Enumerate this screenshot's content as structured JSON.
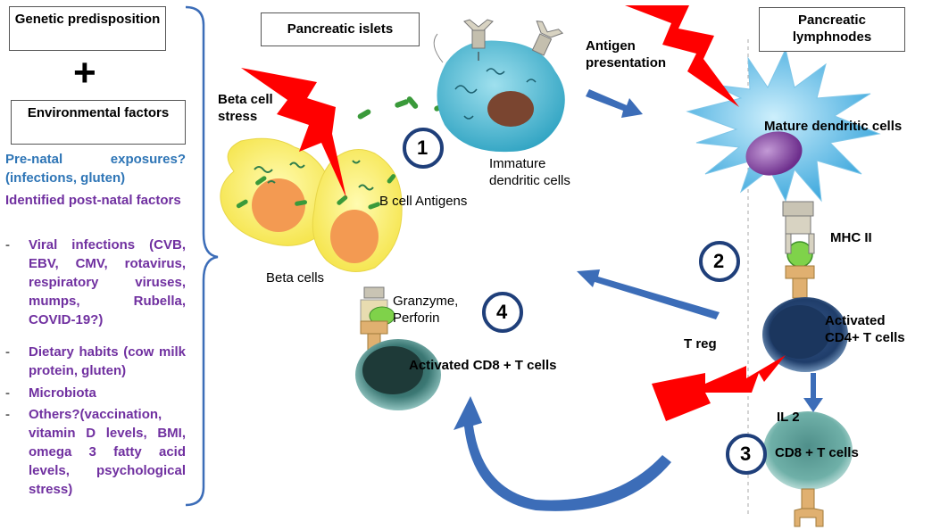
{
  "left": {
    "genetic": "Genetic predisposition",
    "plus": "+",
    "environmental": "Environmental factors",
    "prenatal": "Pre-natal exposures? (infections, gluten)",
    "postnatal_title": "Identified post-natal factors",
    "items": [
      "Viral infections (CVB, EBV, CMV, rotavirus, respiratory viruses, mumps, Rubella, COVID-19?)",
      "Dietary habits (cow milk protein, gluten)",
      "Microbiota",
      "Others?(vaccination, vitamin D levels, BMI, omega 3 fatty acid levels, psychological stress)"
    ],
    "bullet": "-"
  },
  "headers": {
    "islets": "Pancreatic islets",
    "lymphnodes": "Pancreatic lymphnodes"
  },
  "labels": {
    "beta_stress": "Beta cell stress",
    "immature": "Immature dendritic cells",
    "b_antigens": "B cell Antigens",
    "beta_cells": "Beta cells",
    "antigen_presentation": "Antigen presentation",
    "mature": "Mature dendritic cells",
    "mhc": "MHC II",
    "activated_cd4": "Activated CD4+ T cells",
    "treg": "T reg",
    "il2": "IL 2",
    "cd8": "CD8 + T cells",
    "granzyme": "Granzyme, Perforin",
    "activated_cd8": "Activated CD8 + T cells"
  },
  "steps": [
    "1",
    "2",
    "3",
    "4"
  ],
  "colors": {
    "lightning": "#ff0000",
    "arrow": "#3c6db8",
    "step_ring": "#1f3f7a",
    "beta_cell": "#fdf27a",
    "nucleus": "#f4a05a",
    "dendritic_immature": "#5cbfd6",
    "dendritic_mature": "#4fb3e0",
    "mature_nucleus": "#8b4fa8",
    "tcell": "#3b6a9c",
    "cd8": "#6fb0a8",
    "antigen_green": "#4aa83e"
  }
}
